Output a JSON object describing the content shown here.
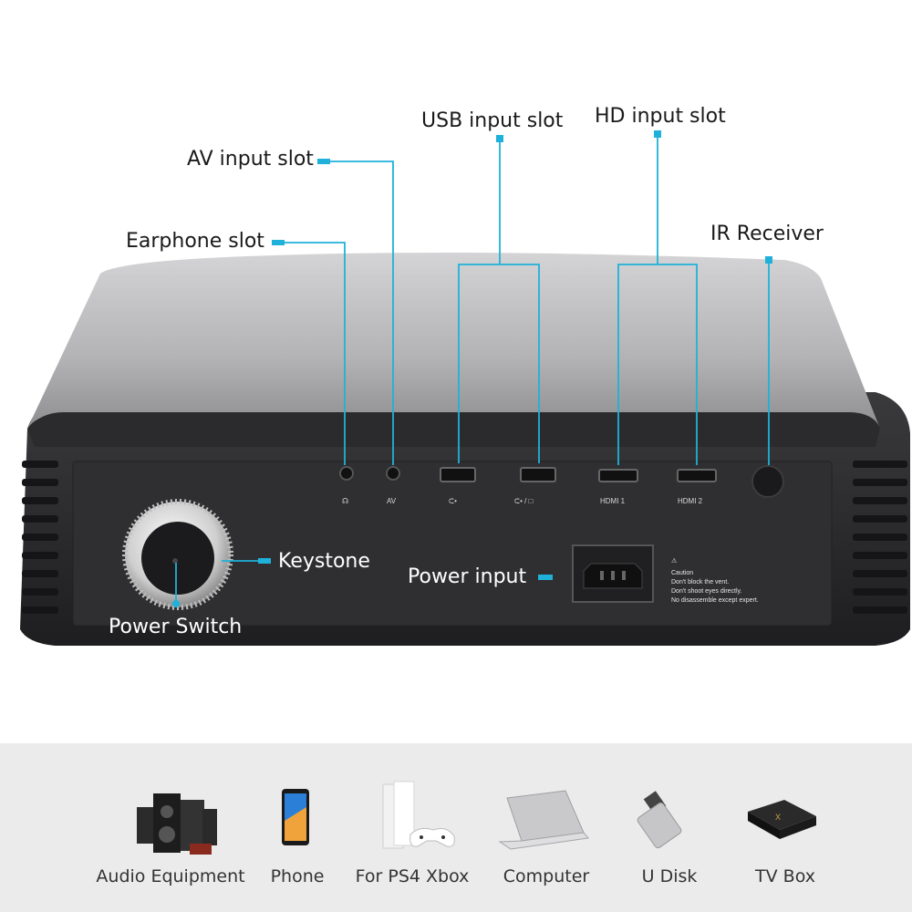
{
  "callouts": {
    "usb": "USB input slot",
    "hd": "HD input slot",
    "av": "AV input slot",
    "earphone": "Earphone slot",
    "ir": "IR Receiver",
    "keystone": "Keystone",
    "power_input": "Power input",
    "power_switch": "Power Switch"
  },
  "port_labels": {
    "av": "AV",
    "hdmi1": "HDMI 1",
    "hdmi2": "HDMI 2"
  },
  "caution": {
    "title": "Caution",
    "line1": "Don't block the vent.",
    "line2": "Don't shoot eyes directly.",
    "line3": "No disassemble except expert."
  },
  "devices": [
    {
      "label": "Audio Equipment",
      "icon": "speaker-system-icon"
    },
    {
      "label": "Phone",
      "icon": "smartphone-icon"
    },
    {
      "label": "For PS4 Xbox",
      "icon": "game-console-icon"
    },
    {
      "label": "Computer",
      "icon": "laptop-icon"
    },
    {
      "label": "U Disk",
      "icon": "usb-drive-icon"
    },
    {
      "label": "TV Box",
      "icon": "tv-box-icon"
    }
  ],
  "colors": {
    "callout_line": "#1fb1d9",
    "device_body": "#2a2a2c",
    "device_top": "#b9b9bb",
    "band": "#ebebeb"
  }
}
